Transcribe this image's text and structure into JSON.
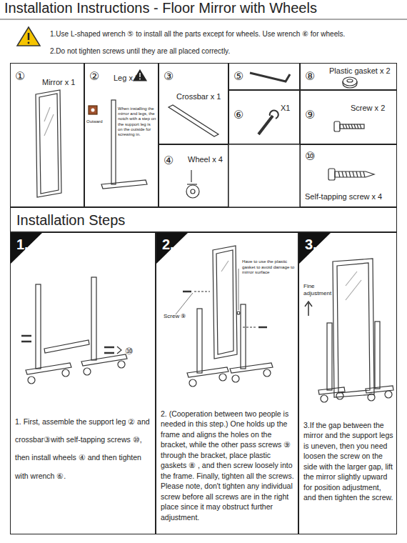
{
  "diagram": {
    "title": "Installation Instructions - Floor Mirror with Wheels",
    "nodes": [
      {
        "text": [
          "①",
          "Mirror x 1"
        ]
      },
      {
        "text": [
          "②",
          "Leg x 2",
          "Outward",
          "When installing the mirror and legs, the notch with a step on the support leg is on the outside for screwing in."
        ]
      },
      {
        "text": [
          "③",
          "Crossbar x 1"
        ]
      },
      {
        "text": [
          "④",
          "Wheel x 4"
        ]
      },
      {
        "text": [
          "⑤"
        ]
      },
      {
        "text": [
          "⑥",
          "X1"
        ]
      },
      {
        "text": [
          "⑧",
          "Plastic gasket x 2"
        ]
      },
      {
        "text": [
          "⑨",
          "Screw x 2"
        ]
      },
      {
        "text": [
          "⑩",
          "Self-tapping screw x 4"
        ]
      },
      {
        "text": [
          "Installation Steps"
        ]
      },
      {
        "text": [
          "1.",
          "⑩",
          "1. First, assemble the support leg ② and crossbar③with self-tapping screws ⑩, then install wheels ④ and then tighten with wrench ⑥."
        ]
      },
      {
        "text": [
          "2.",
          "Have to use the plastic gasket to avoid damage to mirror surface",
          "Screw ⑨",
          "2. (Cooperation between two people is needed in this step.) One holds up the frame and aligns the holes on the bracket, while the other pass screws ⑨ through the bracket, place plastic gaskets ⑧ , and then screw loosely into the frame. Finally, tighten all the screws. Please note, don't tighten any individual screw before all screws are in the right place since it may obstruct further adjustment."
        ]
      },
      {
        "text": [
          "3.",
          "Fine adjustment",
          "3.If the gap between the mirror and the support legs is uneven, then you need loosen the screw on the side with the larger gap, lift the mirror slightly upward for position adjustment, and then tighten the screw."
        ]
      }
    ],
    "labels": [
      "1.Use L-shaped wrench ⑤ to install all the parts except for wheels. Use wrench ⑥ for wheels.",
      "2.Do not tighten screws until they are all placed correctly."
    ]
  }
}
